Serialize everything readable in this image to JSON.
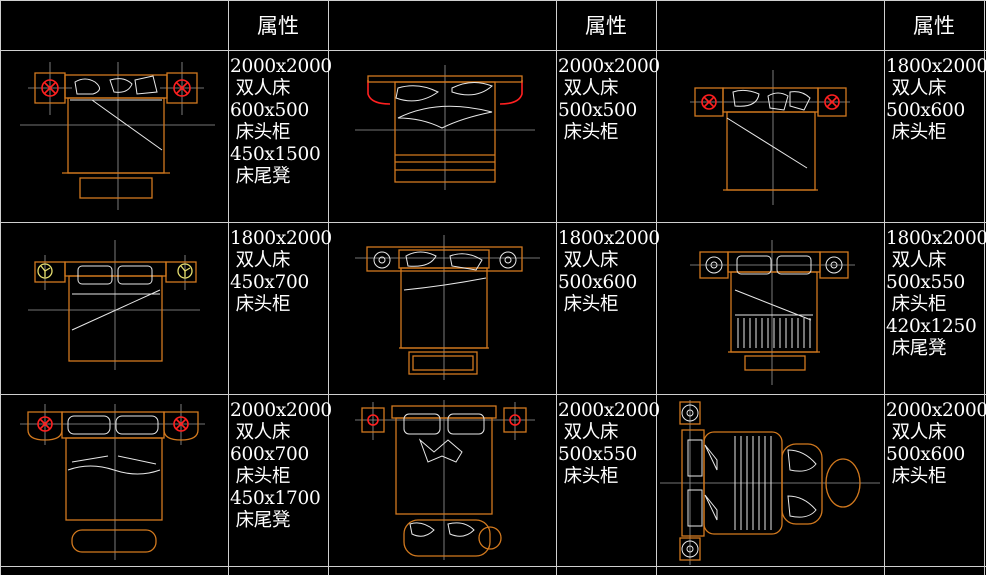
{
  "headers": [
    "属性",
    "属性",
    "属性"
  ],
  "colors": {
    "background": "#000000",
    "grid": "#cfcfcf",
    "bed_outline": "#d2791e",
    "detail": "#e8e8e8",
    "nightstand_lamp": "#ff2020",
    "yellow_lamp": "#e8e070"
  },
  "cells": [
    {
      "drawing": "double-bed-2000-nightstands-footstool",
      "lines": [
        "2000x2000",
        " 双人床",
        "600x500",
        " 床头柜",
        "450x1500",
        " 床尾凳"
      ]
    },
    {
      "drawing": "double-bed-2000-red-headboard",
      "lines": [
        "2000x2000",
        " 双人床",
        "500x500",
        " 床头柜"
      ]
    },
    {
      "drawing": "double-bed-1800-red-lamps",
      "lines": [
        "1800x2000",
        " 双人床",
        "500x600",
        " 床头柜"
      ]
    },
    {
      "drawing": "double-bed-1800-yellow-lamps",
      "lines": [
        "1800x2000",
        " 双人床",
        "450x700",
        " 床头柜"
      ]
    },
    {
      "drawing": "double-bed-1800-footstool",
      "lines": [
        "1800x2000",
        " 双人床",
        "500x600",
        " 床头柜"
      ]
    },
    {
      "drawing": "double-bed-1800-striped-bench",
      "lines": [
        "1800x2000",
        " 双人床",
        "500x550",
        " 床头柜",
        "420x1250",
        " 床尾凳"
      ]
    },
    {
      "drawing": "double-bed-2000-curved-nightstands",
      "lines": [
        "2000x2000",
        " 双人床",
        "600x700",
        " 床头柜",
        "450x1700",
        " 床尾凳"
      ]
    },
    {
      "drawing": "double-bed-2000-sofa-end",
      "lines": [
        "2000x2000",
        " 双人床",
        "500x550",
        " 床头柜"
      ]
    },
    {
      "drawing": "double-bed-2000-side-view",
      "lines": [
        "2000x2000",
        " 双人床",
        "500x600",
        " 床头柜"
      ]
    }
  ]
}
